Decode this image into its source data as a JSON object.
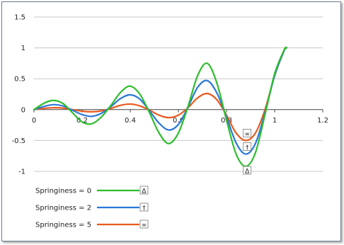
{
  "chart_data": {
    "type": "line",
    "title": "",
    "xlabel": "",
    "ylabel": "",
    "xlim": [
      0,
      1.2
    ],
    "ylim": [
      -1,
      1.5
    ],
    "xticks": [
      "0",
      "0.2",
      "0.4",
      "0.6",
      "0.8",
      "1",
      "1.2"
    ],
    "yticks": [
      "1.5",
      "1",
      "0.5",
      "0",
      "-0.5",
      "-1"
    ],
    "grid": "horizontal",
    "legend_position": "bottom-left",
    "series": [
      {
        "name": "Springiness = 0",
        "marker_label": "Δ",
        "color": "#2ebd2e",
        "points": [
          [
            0,
            0
          ],
          [
            0.04,
            0.1
          ],
          [
            0.08,
            0.15
          ],
          [
            0.12,
            0.1
          ],
          [
            0.16,
            -0.05
          ],
          [
            0.2,
            -0.2
          ],
          [
            0.24,
            -0.23
          ],
          [
            0.28,
            -0.12
          ],
          [
            0.32,
            0.07
          ],
          [
            0.36,
            0.28
          ],
          [
            0.4,
            0.38
          ],
          [
            0.44,
            0.25
          ],
          [
            0.48,
            -0.05
          ],
          [
            0.52,
            -0.38
          ],
          [
            0.56,
            -0.55
          ],
          [
            0.6,
            -0.38
          ],
          [
            0.64,
            0.05
          ],
          [
            0.68,
            0.55
          ],
          [
            0.72,
            0.75
          ],
          [
            0.76,
            0.43
          ],
          [
            0.8,
            -0.17
          ],
          [
            0.84,
            -0.72
          ],
          [
            0.88,
            -0.92
          ],
          [
            0.92,
            -0.7
          ],
          [
            0.96,
            -0.08
          ],
          [
            1.0,
            0.58
          ],
          [
            1.04,
            0.97
          ],
          [
            1.05,
            1.0
          ]
        ]
      },
      {
        "name": "Springiness = 2",
        "marker_label": "†",
        "color": "#2b78d8",
        "points": [
          [
            0,
            0
          ],
          [
            0.04,
            0.05
          ],
          [
            0.08,
            0.08
          ],
          [
            0.12,
            0.06
          ],
          [
            0.16,
            -0.01
          ],
          [
            0.2,
            -0.08
          ],
          [
            0.24,
            -0.11
          ],
          [
            0.28,
            -0.06
          ],
          [
            0.32,
            0.05
          ],
          [
            0.36,
            0.18
          ],
          [
            0.4,
            0.24
          ],
          [
            0.44,
            0.17
          ],
          [
            0.48,
            -0.02
          ],
          [
            0.52,
            -0.22
          ],
          [
            0.56,
            -0.33
          ],
          [
            0.6,
            -0.24
          ],
          [
            0.64,
            0.04
          ],
          [
            0.68,
            0.36
          ],
          [
            0.72,
            0.47
          ],
          [
            0.76,
            0.27
          ],
          [
            0.8,
            -0.12
          ],
          [
            0.84,
            -0.54
          ],
          [
            0.88,
            -0.72
          ],
          [
            0.92,
            -0.55
          ],
          [
            0.96,
            -0.05
          ],
          [
            1.0,
            0.55
          ],
          [
            1.04,
            0.96
          ],
          [
            1.05,
            1.0
          ]
        ]
      },
      {
        "name": "Springiness = 5",
        "marker_label": "∞",
        "color": "#e85a1e",
        "points": [
          [
            0,
            0
          ],
          [
            0.04,
            0.02
          ],
          [
            0.08,
            0.03
          ],
          [
            0.12,
            0.025
          ],
          [
            0.16,
            0.0
          ],
          [
            0.2,
            -0.025
          ],
          [
            0.24,
            -0.035
          ],
          [
            0.28,
            -0.02
          ],
          [
            0.32,
            0.02
          ],
          [
            0.36,
            0.07
          ],
          [
            0.4,
            0.09
          ],
          [
            0.44,
            0.06
          ],
          [
            0.48,
            -0.01
          ],
          [
            0.52,
            -0.09
          ],
          [
            0.56,
            -0.13
          ],
          [
            0.6,
            -0.09
          ],
          [
            0.64,
            0.03
          ],
          [
            0.68,
            0.19
          ],
          [
            0.72,
            0.26
          ],
          [
            0.76,
            0.16
          ],
          [
            0.8,
            -0.09
          ],
          [
            0.84,
            -0.38
          ],
          [
            0.88,
            -0.5
          ],
          [
            0.92,
            -0.38
          ],
          [
            0.96,
            0.0
          ],
          [
            1.0,
            0.55
          ],
          [
            1.04,
            0.96
          ],
          [
            1.05,
            1.0
          ]
        ]
      }
    ]
  }
}
